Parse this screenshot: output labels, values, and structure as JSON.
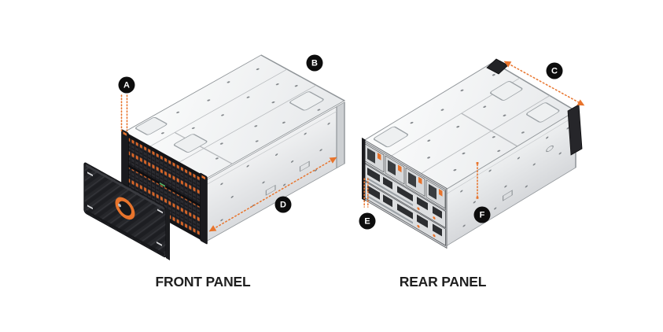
{
  "diagram": {
    "front": {
      "title": "FRONT PANEL",
      "callouts": [
        {
          "label": "A"
        },
        {
          "label": "B"
        },
        {
          "label": "D"
        }
      ]
    },
    "rear": {
      "title": "REAR PANEL",
      "callouts": [
        {
          "label": "C"
        },
        {
          "label": "E"
        },
        {
          "label": "F"
        }
      ]
    }
  },
  "colors": {
    "accent": "#E8742C",
    "badge_bg": "#0D0D0D",
    "badge_text": "#FFFFFF",
    "label_text": "#1F1F1F",
    "chassis_top": "#F4F5F6",
    "chassis_side": "#E2E4E6",
    "drive_bay_dark": "#1A1A1E",
    "bezel_dark": "#26272B",
    "led_green": "#58B368"
  }
}
